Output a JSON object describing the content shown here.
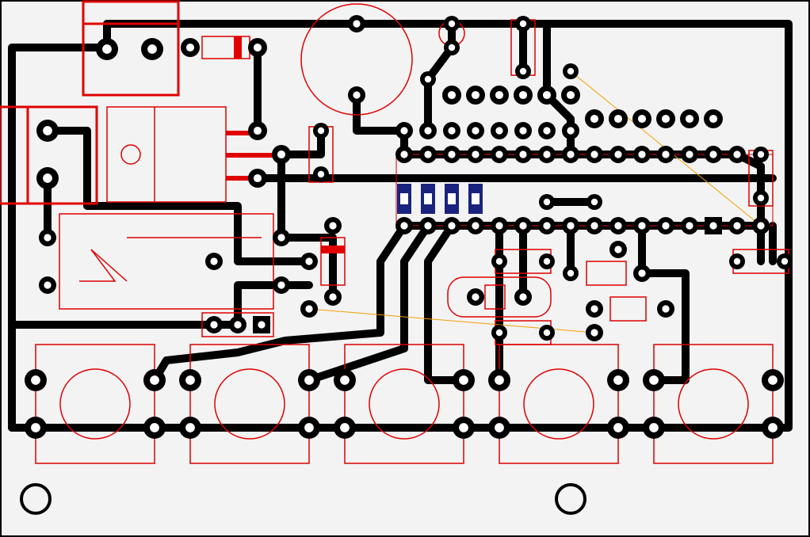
{
  "board": {
    "background": "#f3f3f3",
    "border_color": "#000000",
    "trace_color": "#000000",
    "silkscreen_color": "#e00000",
    "ratsnest_color": "#f2a000",
    "smd_color": "#1a237e",
    "pad_hole_color": "#ffffff"
  },
  "components": {
    "power_terminal": "two-pin-terminal-block",
    "diode": "axial-diode",
    "relay": "relay",
    "transformer": "transformer",
    "buzzer": "round-buzzer",
    "mcu_header": "dip-header",
    "smd_resistors": "smd-resistor-array",
    "crystal": "crystal-oscillator",
    "push_buttons": "tactile-switch-row",
    "connector": "three-pin-connector",
    "mounting_holes": "mounting-hole"
  }
}
